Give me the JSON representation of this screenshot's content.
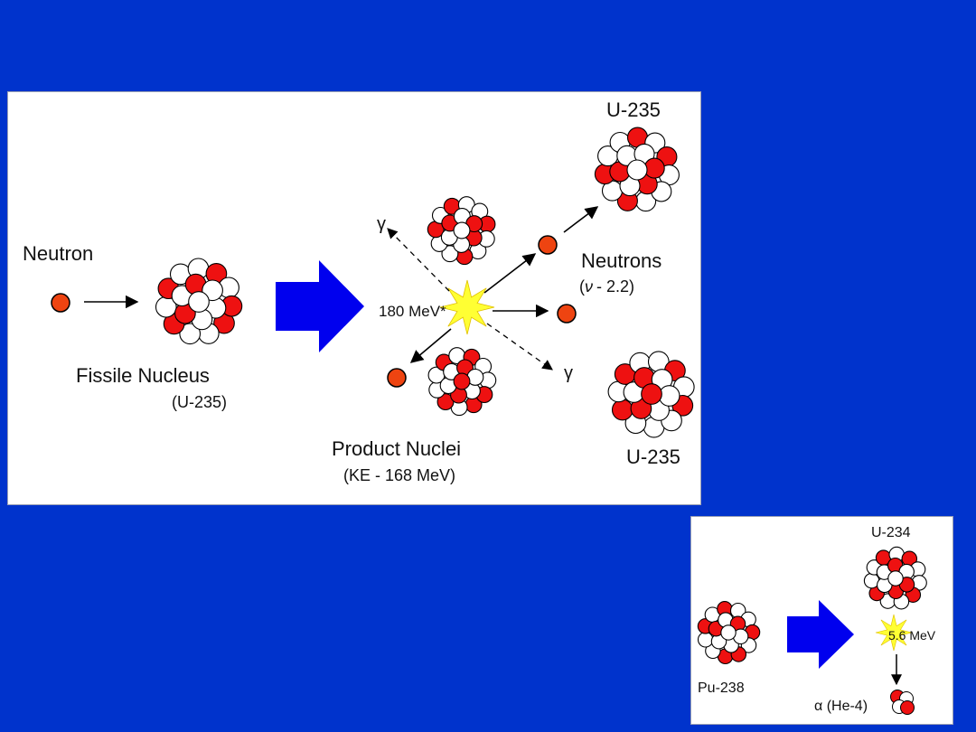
{
  "fission": {
    "neutron_label": "Neutron",
    "fissile_label": "Fissile Nucleus",
    "fissile_sub": "(U-235)",
    "energy_label": "180 MeV*",
    "gamma_top": "γ",
    "gamma_bottom": "γ",
    "neutrons_label": "Neutrons",
    "neutrons_nu": "ν",
    "neutrons_sub": "- 2.2)",
    "u235_top": "U-235",
    "u235_bottom": "U-235",
    "product_label": "Product Nuclei",
    "product_sub": "(KE - 168 MeV)"
  },
  "decay": {
    "u234_label": "U-234",
    "pu238_label": "Pu-238",
    "energy_label": "5.6 MeV",
    "alpha_label": "α (He-4)"
  },
  "colors": {
    "background": "#0033cc",
    "arrow": "#0000ee",
    "proton": "#ee1111",
    "neutron_ball": "#ee4411",
    "flash": "#ffff33"
  }
}
